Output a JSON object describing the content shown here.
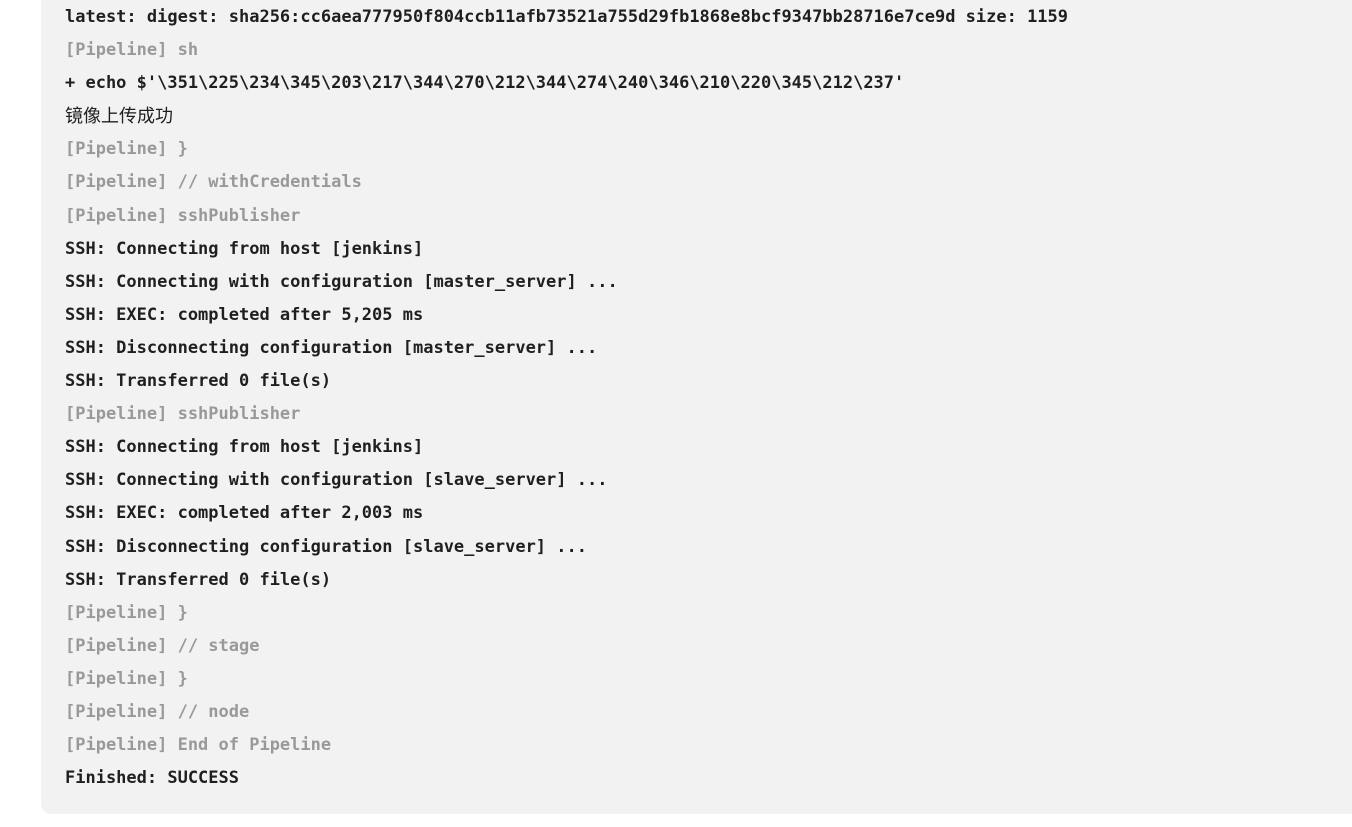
{
  "console": {
    "lines": [
      {
        "text": "latest: digest: sha256:cc6aea777950f804ccb11afb73521a755d29fb1868e8bcf9347bb28716e7ce9d size: 1159",
        "kind": "output"
      },
      {
        "text": "[Pipeline] sh",
        "kind": "pipeline"
      },
      {
        "text": "+ echo $'\\351\\225\\234\\345\\203\\217\\344\\270\\212\\344\\274\\240\\346\\210\\220\\345\\212\\237'",
        "kind": "output"
      },
      {
        "text": "镜像上传成功",
        "kind": "cjk"
      },
      {
        "text": "[Pipeline] }",
        "kind": "pipeline"
      },
      {
        "text": "[Pipeline] // withCredentials",
        "kind": "pipeline"
      },
      {
        "text": "[Pipeline] sshPublisher",
        "kind": "pipeline"
      },
      {
        "text": "SSH: Connecting from host [jenkins]",
        "kind": "output"
      },
      {
        "text": "SSH: Connecting with configuration [master_server] ...",
        "kind": "output"
      },
      {
        "text": "SSH: EXEC: completed after 5,205 ms",
        "kind": "output"
      },
      {
        "text": "SSH: Disconnecting configuration [master_server] ...",
        "kind": "output"
      },
      {
        "text": "SSH: Transferred 0 file(s)",
        "kind": "output"
      },
      {
        "text": "[Pipeline] sshPublisher",
        "kind": "pipeline"
      },
      {
        "text": "SSH: Connecting from host [jenkins]",
        "kind": "output"
      },
      {
        "text": "SSH: Connecting with configuration [slave_server] ...",
        "kind": "output"
      },
      {
        "text": "SSH: EXEC: completed after 2,003 ms",
        "kind": "output"
      },
      {
        "text": "SSH: Disconnecting configuration [slave_server] ...",
        "kind": "output"
      },
      {
        "text": "SSH: Transferred 0 file(s)",
        "kind": "output"
      },
      {
        "text": "[Pipeline] }",
        "kind": "pipeline"
      },
      {
        "text": "[Pipeline] // stage",
        "kind": "pipeline"
      },
      {
        "text": "[Pipeline] }",
        "kind": "pipeline"
      },
      {
        "text": "[Pipeline] // node",
        "kind": "pipeline"
      },
      {
        "text": "[Pipeline] End of Pipeline",
        "kind": "pipeline"
      },
      {
        "text": "Finished: SUCCESS",
        "kind": "output"
      }
    ]
  },
  "colors": {
    "panel_background": "#f2f2f2",
    "output_text": "#1f1f1f",
    "pipeline_text": "#999999"
  }
}
